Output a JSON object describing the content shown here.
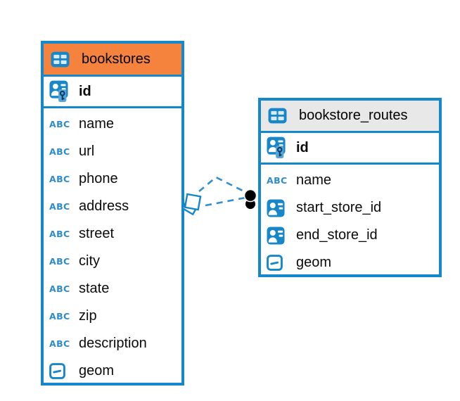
{
  "colors": {
    "accent_blue": "#1588CC",
    "icon_blue": "#1787C9",
    "table_header_highlight": "#F6833D",
    "table_header_default": "#E8E8E8",
    "connector_line": "#2F8FD1",
    "connector_endpoint_dot": "#000000",
    "field_text": "#0B0B0B"
  },
  "icons": {
    "text_type_label": "ABC",
    "table_icon": "table-grid",
    "primary_key_icon": "person-badge-with-key",
    "foreign_key_icon": "person-badge",
    "geometry_icon": "rounded-square-with-dash"
  },
  "tables": [
    {
      "name": "bookstores",
      "primary_key": "id",
      "fields": [
        "name",
        "url",
        "phone",
        "address",
        "street",
        "city",
        "state",
        "zip",
        "description",
        "geom"
      ]
    },
    {
      "name": "bookstore_routes",
      "primary_key": "id",
      "fields": [
        "name",
        "start_store_id",
        "end_store_id",
        "geom"
      ]
    }
  ],
  "connector": {
    "style": "dashed",
    "from_table": "bookstores",
    "to_table": "bookstore_routes"
  }
}
